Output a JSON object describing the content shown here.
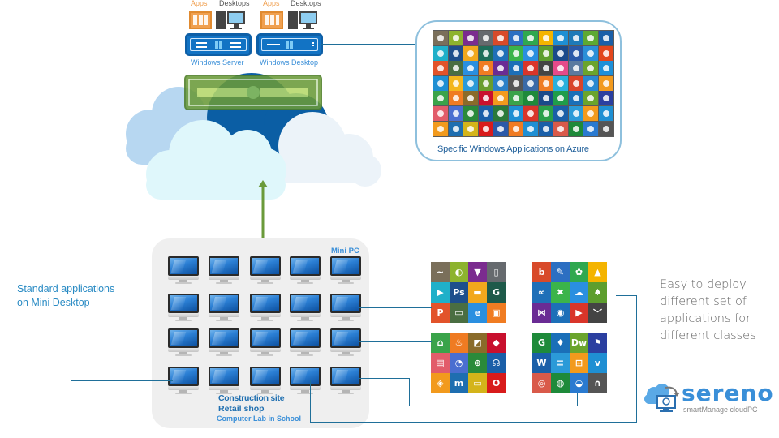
{
  "top_server": {
    "apps_label": "Apps",
    "desktops_label": "Desktops",
    "apps_label_2": "Apps",
    "desktops_label_2": "Desktops",
    "windows_server_label": "Windows Server",
    "windows_desktop_label": "Windows Desktop"
  },
  "azure_box": {
    "caption": "Specific Windows Applications on Azure",
    "tile_colors": [
      [
        "#7a6f5a",
        "#8db32e",
        "#7b2c8f",
        "#666a6e",
        "#d84a2a",
        "#2c6fc2",
        "#2fa84f",
        "#f4b400",
        "#1f8fd3",
        "#1e7ab8",
        "#5da932",
        "#1a5fa8"
      ],
      [
        "#1fb0c9",
        "#1e4f8c",
        "#f2a81d",
        "#1e6e5a",
        "#1f6fb8",
        "#3bb44a",
        "#2a8fe0",
        "#5d9e2e",
        "#1a4a8a",
        "#2b59a8",
        "#2b8fd8",
        "#e2461c"
      ],
      [
        "#e2532a",
        "#4a6e42",
        "#2a8fe0",
        "#f07c22",
        "#6a2b94",
        "#1d6fb8",
        "#d9352a",
        "#444",
        "#e54a8a",
        "#5a7aa0",
        "#6aa42c",
        "#1e8fd8"
      ],
      [
        "#1f8fd3",
        "#f3b61d",
        "#2b9ad8",
        "#6a9d2e",
        "#2b80c8",
        "#555",
        "#3a6aa8",
        "#ef7b22",
        "#2ab0dd",
        "#d9442a",
        "#2a88d0",
        "#f29a1d"
      ],
      [
        "#3aa34a",
        "#ef7b22",
        "#8a6b2a",
        "#c8102e",
        "#f29a1d",
        "#3aa34a",
        "#1e8a3a",
        "#1a4a8a",
        "#1f9d4a",
        "#1a6fb8",
        "#6aa42c",
        "#2b3fa0"
      ],
      [
        "#e25c6a",
        "#4a6ed0",
        "#2a8a3a",
        "#1a5fa8",
        "#2a7a3a",
        "#1e8fd3",
        "#d9352a",
        "#2aa04a",
        "#1a5fa8",
        "#2b9ad8",
        "#f29a1d",
        "#1f8fd3"
      ],
      [
        "#f29a1d",
        "#1e6eb0",
        "#d4b41a",
        "#d81b1b",
        "#2b59a8",
        "#ef7b22",
        "#1f8fd3",
        "#1a5fa8",
        "#d95a4a",
        "#1e8a3a",
        "#2a7ad0",
        "#555"
      ]
    ]
  },
  "mini_pc": {
    "title": "Mini PC",
    "line1": "Construction site",
    "line2": "Retail shop",
    "line3": "Computer Lab in School"
  },
  "left_note": {
    "line1": "Standard applications",
    "line2": "on Mini Desktop"
  },
  "right_note": {
    "line1": "Easy to deploy",
    "line2": "different set of",
    "line3": "applications for",
    "line4": "different classes"
  },
  "app_groups": [
    {
      "name": "group-top-left",
      "colors": [
        "#7a6f5a",
        "#8db32e",
        "#7b2c8f",
        "#666a6e",
        "#1fb0c9",
        "#1e4f8c",
        "#f2a81d",
        "#1e5a4a",
        "#e2532a",
        "#4a6e42",
        "#2a8fe0",
        "#f07c22"
      ],
      "glyphs": [
        "~",
        "◐",
        "▼",
        "▯",
        "▶",
        "Ps",
        "▬",
        "G",
        "P",
        "▭",
        "e",
        "▣"
      ]
    },
    {
      "name": "group-top-right",
      "colors": [
        "#d84a2a",
        "#2c6fc2",
        "#2fa84f",
        "#f4b400",
        "#1f6fb8",
        "#3bb44a",
        "#2a8fe0",
        "#5d9e2e",
        "#6a2b94",
        "#1d6fb8",
        "#d9352a",
        "#444444"
      ],
      "glyphs": [
        "b",
        "✎",
        "✿",
        "▲",
        "∞",
        "✖",
        "☁",
        "♠",
        "⋈",
        "◉",
        "▶",
        "﹀"
      ]
    },
    {
      "name": "group-bottom-left",
      "colors": [
        "#3aa34a",
        "#ef7b22",
        "#8a6b2a",
        "#c8102e",
        "#e25c6a",
        "#4a6ed0",
        "#2a8a3a",
        "#1a5fa8",
        "#f29a1d",
        "#1e6eb0",
        "#d4b41a",
        "#d81b1b"
      ],
      "glyphs": [
        "⌂",
        "♨",
        "◩",
        "◆",
        "▤",
        "◔",
        "⊛",
        "☊",
        "◈",
        "m",
        "▭",
        "O"
      ]
    },
    {
      "name": "group-bottom-right",
      "colors": [
        "#1e8a3a",
        "#1a6fb8",
        "#6aa42c",
        "#2b3fa0",
        "#1a5fa8",
        "#2b9ad8",
        "#f29a1d",
        "#1f8fd3",
        "#d95a4a",
        "#1e8a3a",
        "#2a7ad0",
        "#555555"
      ],
      "glyphs": [
        "G",
        "♦",
        "Dw",
        "⚑",
        "W",
        "≡",
        "⊞",
        "v",
        "◎",
        "◍",
        "◒",
        "∩"
      ]
    }
  ],
  "logo": {
    "name": "sereno",
    "tagline": "smartManage cloudPC"
  },
  "colors": {
    "connector": "#1f6f99",
    "arrow": "#6a9a3a",
    "server_blue": "#1273c4",
    "server_green": "#6a9a3a",
    "logo_blue": "#3a8fd8"
  }
}
